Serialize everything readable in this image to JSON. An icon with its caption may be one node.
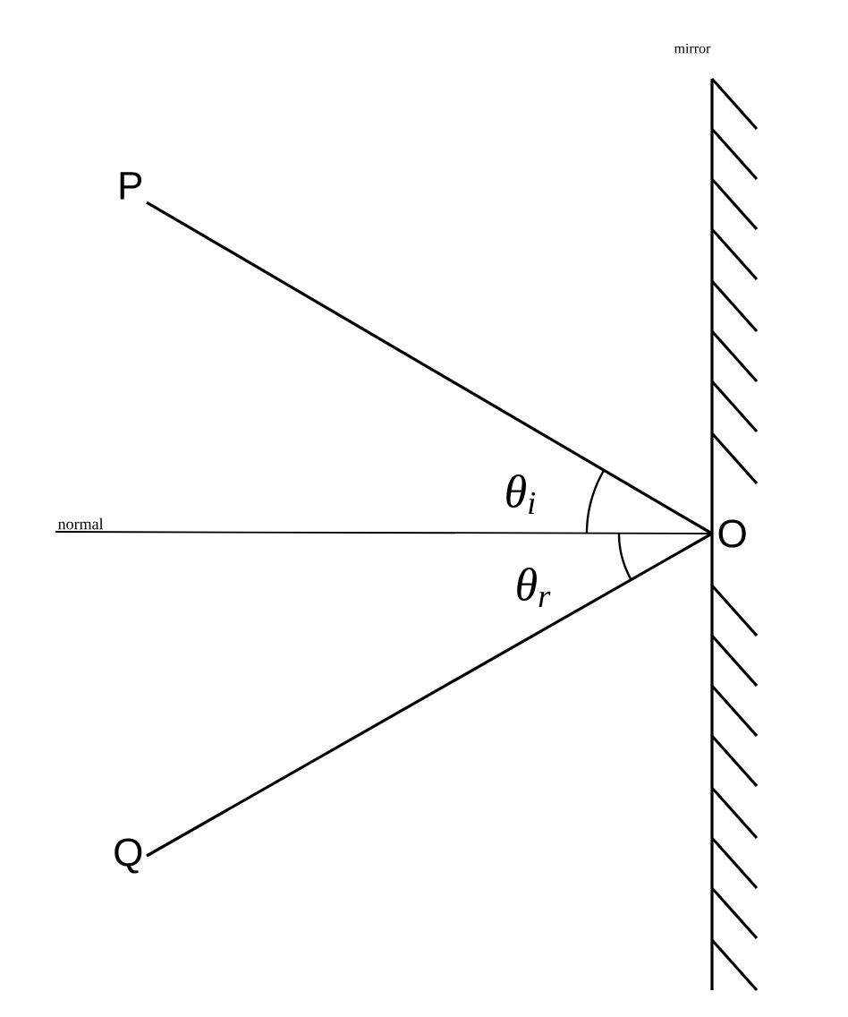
{
  "diagram": {
    "nodes": [
      {
        "text": [
          "P"
        ]
      },
      {
        "text": [
          "O"
        ]
      },
      {
        "text": [
          "Q"
        ]
      },
      {
        "text": [
          "normal"
        ]
      }
    ],
    "edges": [
      {
        "from": 0,
        "to": 1,
        "arrow": "none"
      },
      {
        "from": 1,
        "to": 2,
        "arrow": "none"
      },
      {
        "from": 3,
        "to": 1,
        "arrow": "none"
      }
    ],
    "labels": [
      "mirror",
      "θ$_{i}$",
      "θ$_{r}$"
    ]
  }
}
